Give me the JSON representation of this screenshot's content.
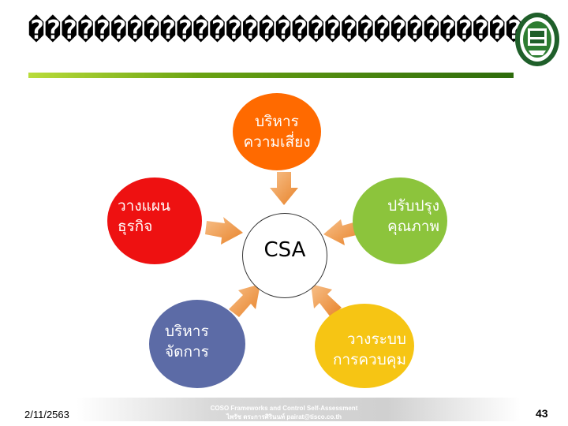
{
  "slide": {
    "title": "��������������������������������",
    "center_label": "CSA",
    "nodes": {
      "top": {
        "line1": "บริหาร",
        "line2": "ความเสี่ยง"
      },
      "left": {
        "line1": "วางแผน",
        "line2": "ธุรกิจ"
      },
      "right": {
        "line1": "ปรับปรุง",
        "line2": "คุณภาพ"
      },
      "bottom_left": {
        "line1": "บริหาร",
        "line2": "จัดการ"
      },
      "bottom_right": {
        "line1": "วางระบบ",
        "line2": "การควบคุม"
      }
    },
    "colors": {
      "top": "#ff6a00",
      "left": "#ee1111",
      "right": "#8cc43c",
      "bottom_left": "#5c6ba6",
      "bottom_right": "#f6c514",
      "arrow": "#f0a050"
    }
  },
  "footer": {
    "date": "2/11/2563",
    "line1": "COSO Frameworks and Control Self-Assessment",
    "line2": "ไพรัช ตระการศิรินนท์          pairat@tisco.co.th",
    "page": "43"
  },
  "icons": {
    "logo": "university-seal-logo"
  }
}
